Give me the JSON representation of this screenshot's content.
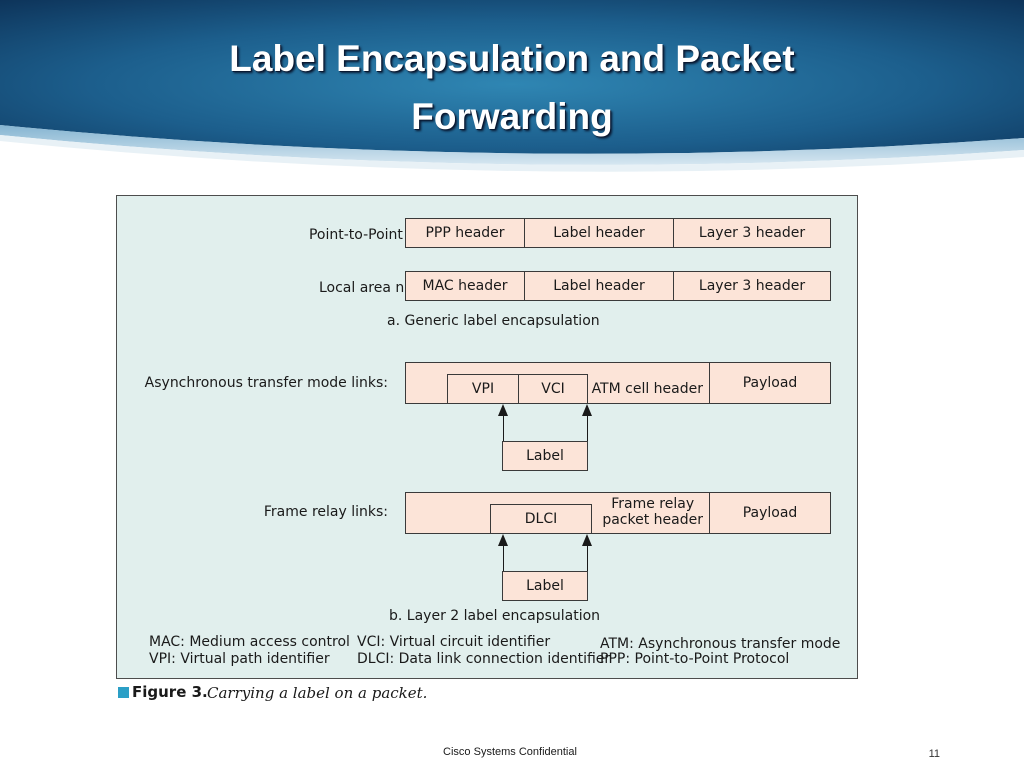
{
  "slide": {
    "title_line1": "Label Encapsulation and Packet",
    "title_line2": "Forwarding",
    "footer": "Cisco Systems Confidential",
    "page_number": "11"
  },
  "figure": {
    "rows": {
      "ppp": {
        "label": "Point-to-Point Protocol links:",
        "cells": [
          "PPP header",
          "Label header",
          "Layer 3 header"
        ]
      },
      "lan": {
        "label": "Local area network media:",
        "cells": [
          "MAC header",
          "Label header",
          "Layer 3 header"
        ]
      },
      "atm": {
        "label": "Asynchronous transfer mode links:",
        "vpi": "VPI",
        "vci": "VCI",
        "cell_header": "ATM cell header",
        "payload": "Payload",
        "label_box": "Label"
      },
      "fr": {
        "label": "Frame relay links:",
        "dlci": "DLCI",
        "header_line1": "Frame relay",
        "header_line2": "packet header",
        "payload": "Payload",
        "label_box": "Label"
      }
    },
    "captions": {
      "a": "a. Generic label encapsulation",
      "b": "b. Layer 2 label encapsulation"
    },
    "legend": [
      "MAC: Medium access control",
      "VPI: Virtual path identifier",
      "VCI: Virtual circuit identifier",
      "DLCI: Data link connection identifier",
      "ATM: Asynchronous transfer mode",
      "PPP: Point-to-Point Protocol"
    ],
    "figure_caption_prefix": "Figure 3.",
    "figure_caption_text": "Carrying a label on a packet."
  }
}
